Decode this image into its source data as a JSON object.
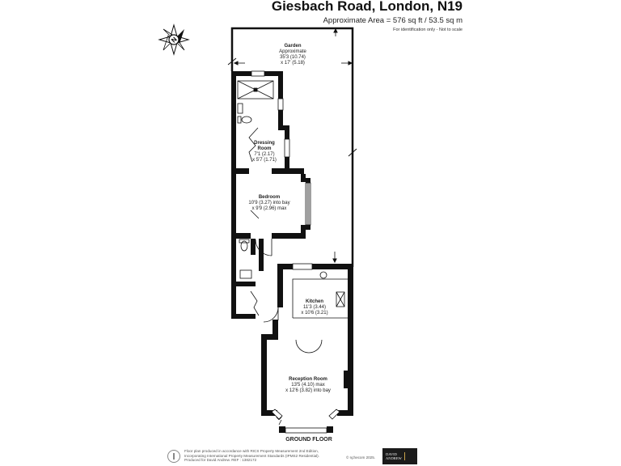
{
  "header": {
    "title": "Giesbach Road, London, N19",
    "approx_area": "Approximate Area = 576 sq ft / 53.5 sq m",
    "disclaimer": "For identification only - Not to scale"
  },
  "compass": {
    "icon": "north-compass-icon",
    "letter": "N"
  },
  "rooms": [
    {
      "name": "Garden",
      "line1": "Approximate",
      "line2": "35'3 (10.74)",
      "line3": "x 17' (5.18)"
    },
    {
      "name": "Dressing",
      "name2": "Room",
      "line1": "7'1 (2.17)",
      "line2": "x 5'7 (1.71)"
    },
    {
      "name": "Bedroom",
      "line1": "10'9 (3.27) into bay",
      "line2": "x 9'9 (2.96) max"
    },
    {
      "name": "Kitchen",
      "line1": "11'3 (3.44)",
      "line2": "x 10'6 (3.21)"
    },
    {
      "name": "Reception Room",
      "line1": "13'5 (4.10) max",
      "line2": "x 12'6 (3.82) into bay"
    }
  ],
  "floor_label": "GROUND FLOOR",
  "footer": {
    "line1": "Floor plan produced in accordance with RICS Property Measurement 2nd Edition,",
    "line2": "Incorporating International Property Measurement Standards (IPMS2 Residential).",
    "line3": "Produced for David Andrew.   REF : 1382172",
    "copyright": "© n̢checom 2025.",
    "logo_line1": "DAVID",
    "logo_line2": "ANDREW"
  }
}
